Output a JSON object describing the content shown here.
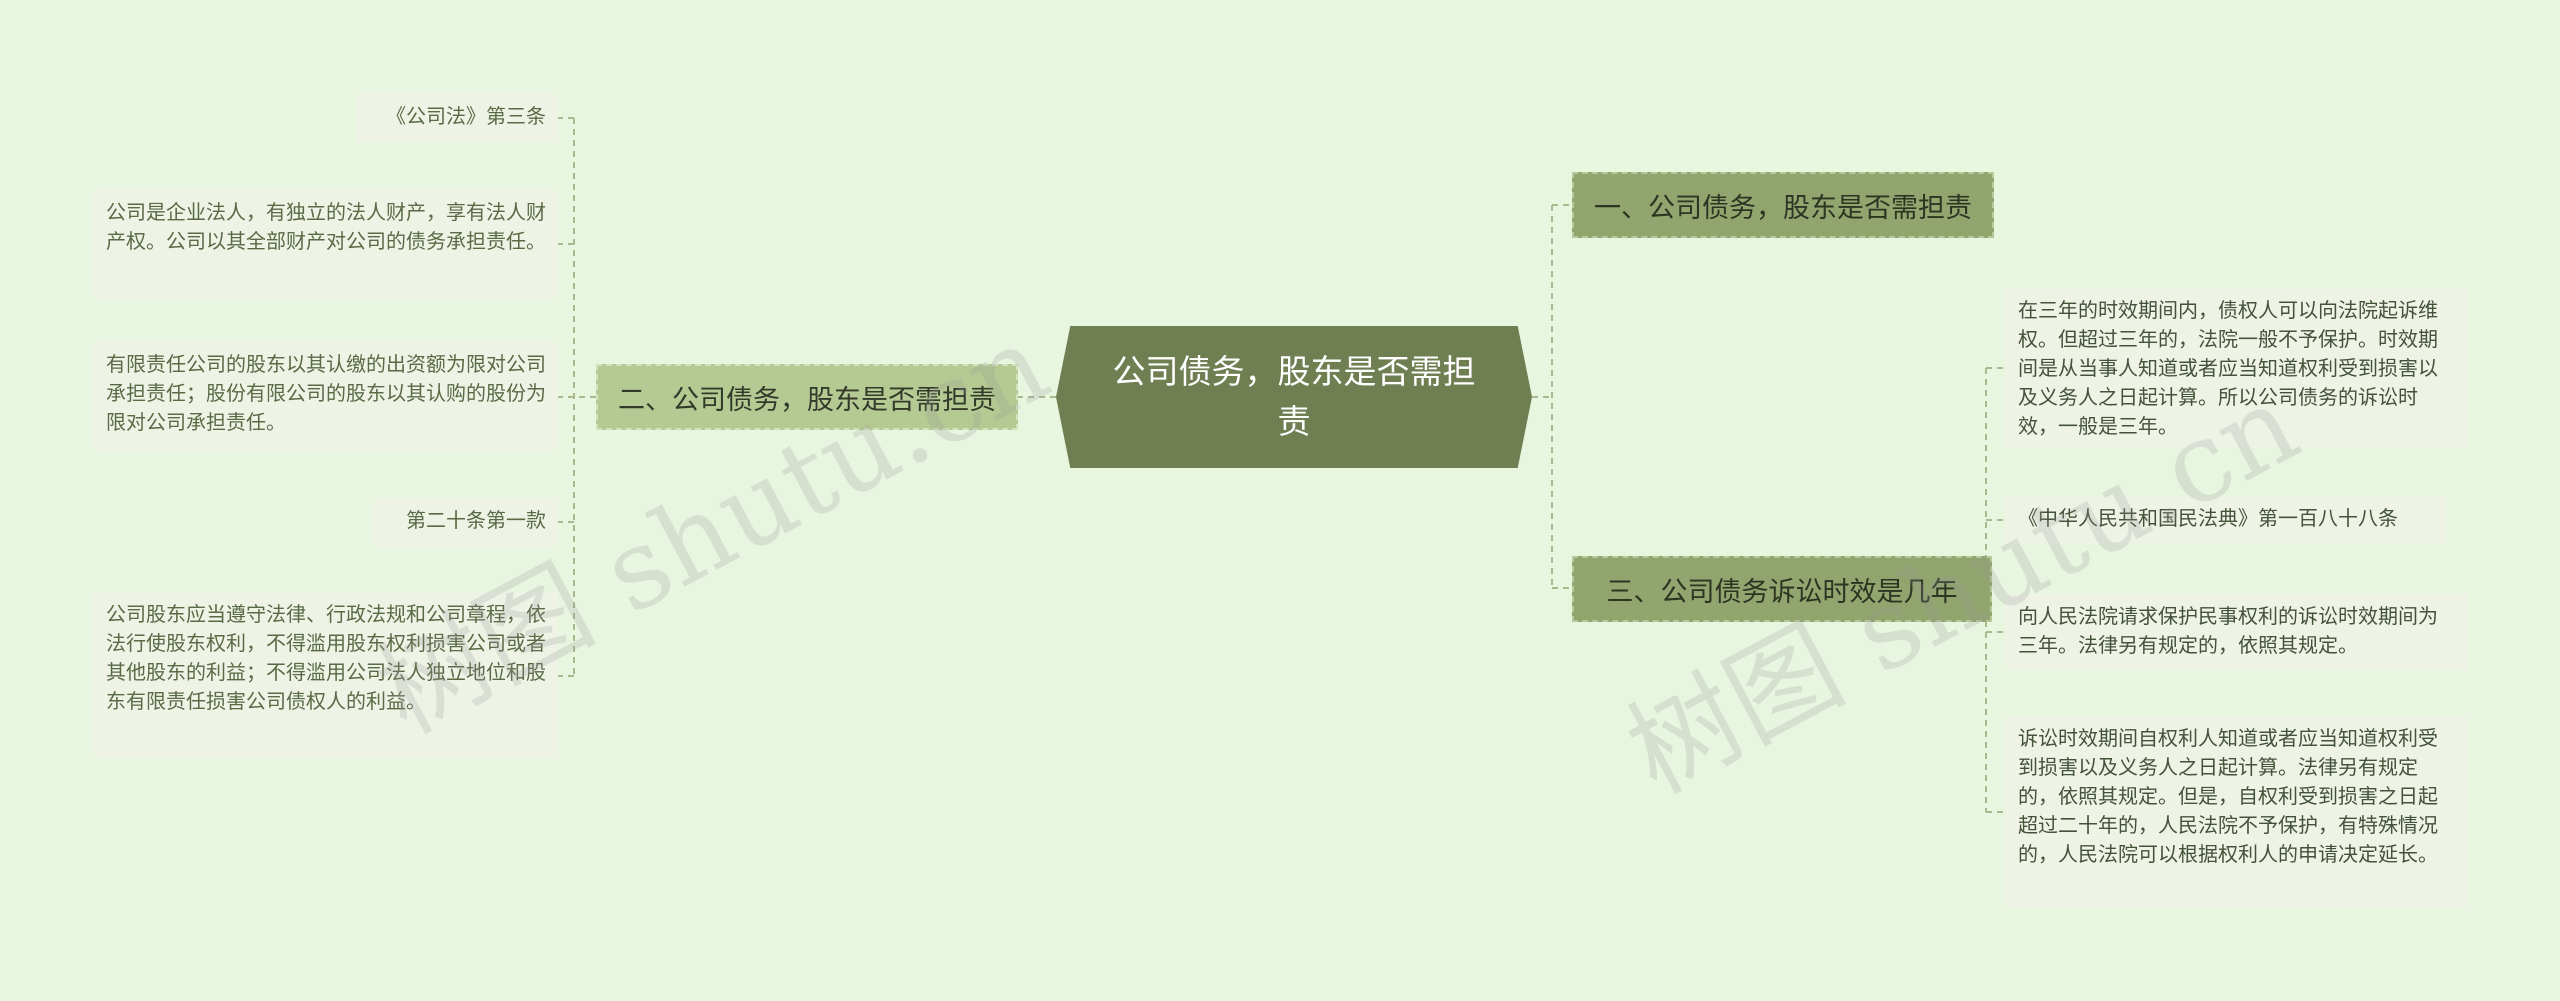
{
  "center": {
    "title": "公司债务，股东是否需担责"
  },
  "left_branch": {
    "label": "二、公司债务，股东是否需担责",
    "leaves": [
      "《公司法》第三条",
      "公司是企业法人，有独立的法人财产，享有法人财产权。公司以其全部财产对公司的债务承担责任。",
      "有限责任公司的股东以其认缴的出资额为限对公司承担责任；股份有限公司的股东以其认购的股份为限对公司承担责任。",
      "第二十条第一款",
      "公司股东应当遵守法律、行政法规和公司章程，依法行使股东权利，不得滥用股东权利损害公司或者其他股东的利益；不得滥用公司法人独立地位和股东有限责任损害公司债权人的利益。"
    ]
  },
  "right_branches": [
    {
      "label": "一、公司债务，股东是否需担责"
    },
    {
      "label": "三、公司债务诉讼时效是几年",
      "leaves": [
        "在三年的时效期间内，债权人可以向法院起诉维权。但超过三年的，法院一般不予保护。时效期间是从当事人知道或者应当知道权利受到损害以及义务人之日起计算。所以公司债务的诉讼时效，一般是三年。",
        "《中华人民共和国民法典》第一百八十八条",
        "向人民法院请求保护民事权利的诉讼时效期间为三年。法律另有规定的，依照其规定。",
        "诉讼时效期间自权利人知道或者应当知道权利受到损害以及义务人之日起计算。法律另有规定的，依照其规定。但是，自权利受到损害之日起超过二十年的，人民法院不予保护，有特殊情况的，人民法院可以根据权利人的申请决定延长。"
      ]
    }
  ],
  "watermarks": [
    "树图 shutu.cn",
    "树图 shutu.cn"
  ],
  "colors": {
    "background": "#e8f5df",
    "center_fill": "#6f7f52",
    "branch_fill": "#b5c993",
    "branch_dark_fill": "#93a56f",
    "leaf_fill": "#eef3e6",
    "connector": "#a9b98d"
  }
}
